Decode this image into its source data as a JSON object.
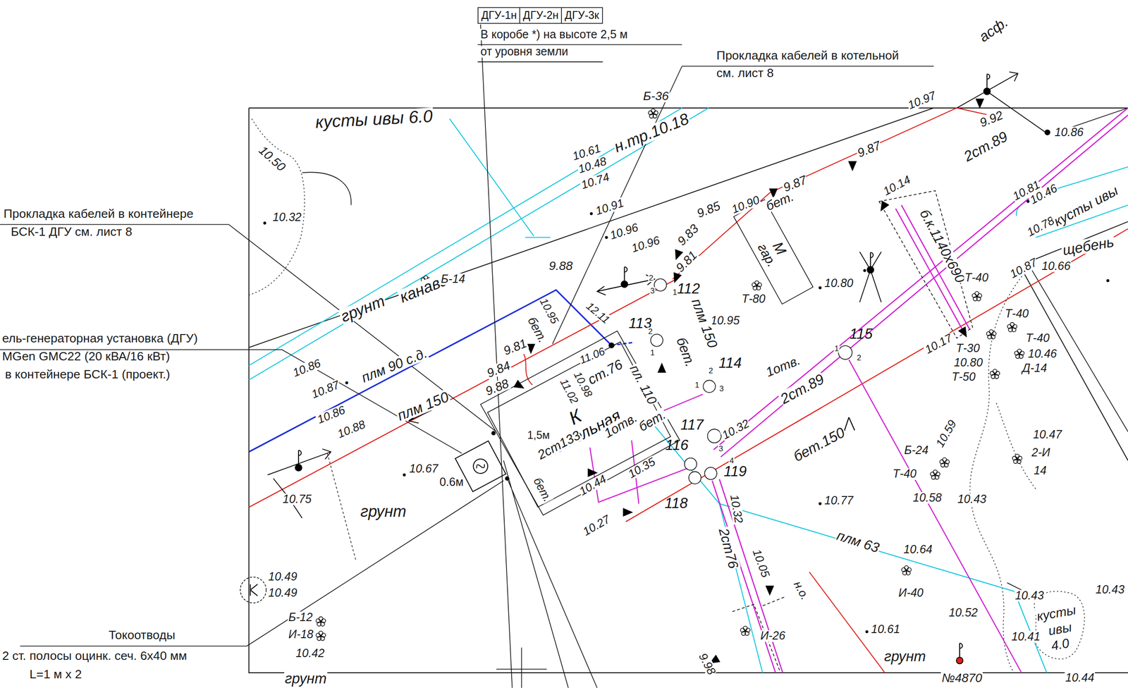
{
  "diagram": {
    "nodes": [
      {
        "text": [
          "ДГУ-1н"
        ]
      },
      {
        "text": [
          "ДГУ-2н"
        ]
      },
      {
        "text": [
          "ДГУ-3к"
        ]
      },
      {
        "text": [
          "К",
          "котельная"
        ]
      },
      {
        "text": [
          "М",
          "гар."
        ]
      },
      {
        "text": [
          "112"
        ]
      },
      {
        "text": [
          "113"
        ]
      },
      {
        "text": [
          "114"
        ]
      },
      {
        "text": [
          "115"
        ]
      },
      {
        "text": [
          "116"
        ]
      },
      {
        "text": [
          "117"
        ]
      },
      {
        "text": [
          "118"
        ]
      },
      {
        "text": [
          "119"
        ]
      }
    ],
    "edges": [
      {
        "from": 5,
        "to": 7,
        "arrow": "none"
      },
      {
        "from": 6,
        "to": 5,
        "arrow": "none"
      },
      {
        "from": 7,
        "to": 10,
        "arrow": "none"
      },
      {
        "from": 7,
        "to": 8,
        "arrow": "none"
      }
    ],
    "labels": [
      "В коробе *) на высоте 2,5 м",
      "от уровня земли",
      "Прокладка кабелей в котельной",
      "см. лист 8",
      "Прокладка кабелей в контейнере",
      "БСК-1 ДГУ см. лист 8",
      "ель-генераторная установка (ДГУ)",
      "MGen GMC22 (20 кВА/16 кВт)",
      "в контейнере БСК-1 (проект.)",
      "Токоотводы",
      "2 ст. полосы оцинк. сеч. 6х40 мм",
      "L=1 м х 2",
      "асф.",
      "кусты ивы 6.0",
      "10.50",
      "Б-36",
      "10.61",
      "10.48",
      "10.74",
      "н.тр.10.18",
      "10.32",
      "10.91",
      "10.96",
      "10.96",
      "канава",
      "Б-14",
      "грунт",
      "9.88",
      "10.95",
      "бет.",
      "12.11",
      "9.81",
      "9.84",
      "9.88",
      "плм 90 с.д.",
      "10.86",
      "10.87",
      "10.86",
      "10.88",
      "плм 150",
      "11.06",
      "10.98",
      "11.02",
      "ст.76",
      "пл. 110",
      "9.85",
      "10.90",
      "бет.",
      "9.87",
      "9.87",
      "9.83",
      "9.81",
      "10.97",
      "9.92",
      "10.86",
      "2ст.89",
      "10.14",
      "б.к.1140х690",
      "Т-80",
      "10.80",
      "10.95",
      "плм 150",
      "бет.",
      "1отв.",
      "2ст.89",
      "бет.150",
      "10.32",
      "10.17",
      "10.81",
      "10.46",
      "10.78",
      "кусты ивы",
      "10.87",
      "щебень",
      "10.66",
      "Т-40",
      "Т-40",
      "Т-40",
      "10.46",
      "Д-14",
      "Т-30",
      "10.80",
      "Т-50",
      "10.47",
      "2-И",
      "14",
      "Б-24",
      "Т-40",
      "10.59",
      "10.58",
      "10.43",
      "10.77",
      "плм 63",
      "10.64",
      "И-40",
      "10.43",
      "10.52",
      "10.41",
      "кусты",
      "ивы",
      "4.0",
      "10.43",
      "10.44",
      "10.61",
      "грунт",
      "№4870",
      "10.32",
      "2ст76",
      "10.05",
      "н.о.",
      "И-26",
      "9.98",
      "1отв.",
      "бет.",
      "10.35",
      "10.44",
      "10.27",
      "10.67",
      "0.6м",
      "1,5м",
      "2ст133",
      "бет.",
      "10.75",
      "грунт",
      "10.49",
      "10.49",
      "Б-12",
      "И-18",
      "10.42",
      "грунт",
      "2",
      "3",
      "1",
      "2",
      "1",
      "1",
      "2",
      "3",
      "1",
      "2",
      "3",
      "4"
    ]
  }
}
